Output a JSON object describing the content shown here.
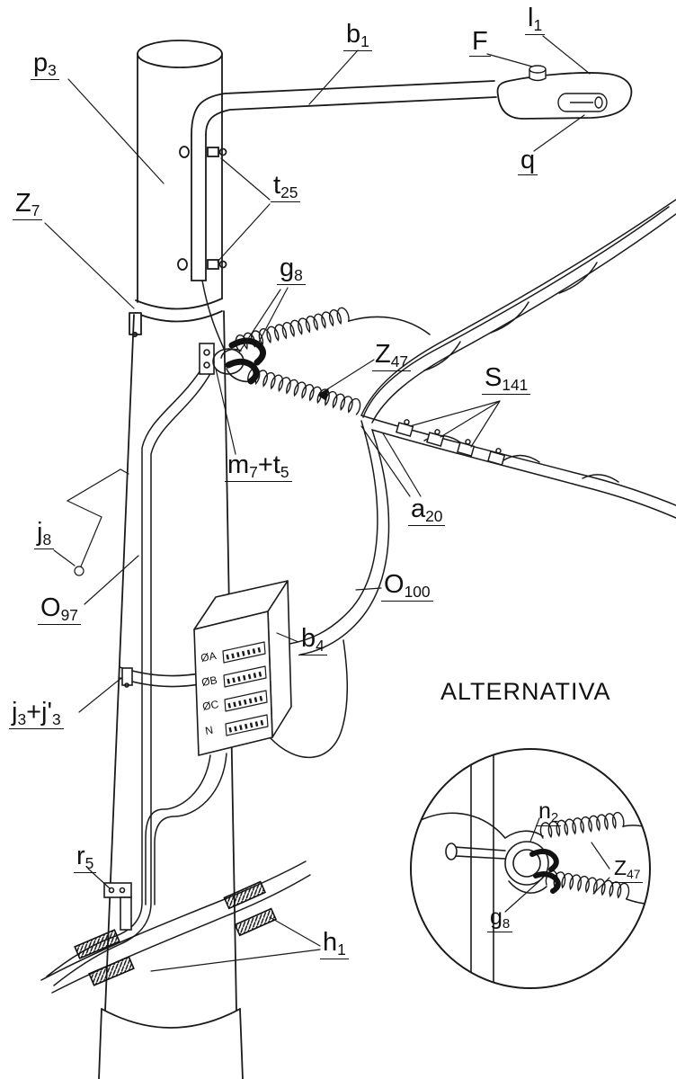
{
  "drawing": {
    "kind": "utility-pole-streetlight-service-connection",
    "line_color": "#1a1a1a",
    "background": "#ffffff"
  },
  "labels": {
    "p3": {
      "p1": "p",
      "p2": "3"
    },
    "b1": {
      "p1": "b",
      "p2": "1"
    },
    "F": {
      "p1": "F"
    },
    "l1": {
      "p1": "l",
      "p2": "1"
    },
    "q": {
      "p1": "q"
    },
    "t25": {
      "p1": "t",
      "p2": "25"
    },
    "Z7": {
      "p1": "Z",
      "p2": "7"
    },
    "g8": {
      "p1": "g",
      "p2": "8"
    },
    "Z47": {
      "p1": "Z",
      "p2": "47"
    },
    "S141": {
      "p1": "S",
      "p2": "141"
    },
    "m7t5": {
      "p1": "m",
      "p2": "7",
      "p3": "+t",
      "p4": "5"
    },
    "a20": {
      "p1": "a",
      "p2": "20"
    },
    "j8": {
      "p1": "j",
      "p2": "8"
    },
    "O97": {
      "p1": "O",
      "p2": "97"
    },
    "O100": {
      "p1": "O",
      "p2": "100"
    },
    "b4": {
      "p1": "b",
      "p2": "4"
    },
    "j3j3": {
      "p1": "j",
      "p2": "3",
      "p3": "+j'",
      "p4": "3"
    },
    "r5": {
      "p1": "r",
      "p2": "5"
    },
    "h1": {
      "p1": "h",
      "p2": "1"
    },
    "alternativa": "ALTERNATIVA",
    "n2": {
      "p1": "n",
      "p2": "2"
    },
    "Z47b": {
      "p1": "Z",
      "p2": "47"
    },
    "g8b": {
      "p1": "g",
      "p2": "8"
    }
  },
  "terminal_box": {
    "phases": [
      "ØA",
      "ØB",
      "ØC",
      "N"
    ]
  }
}
